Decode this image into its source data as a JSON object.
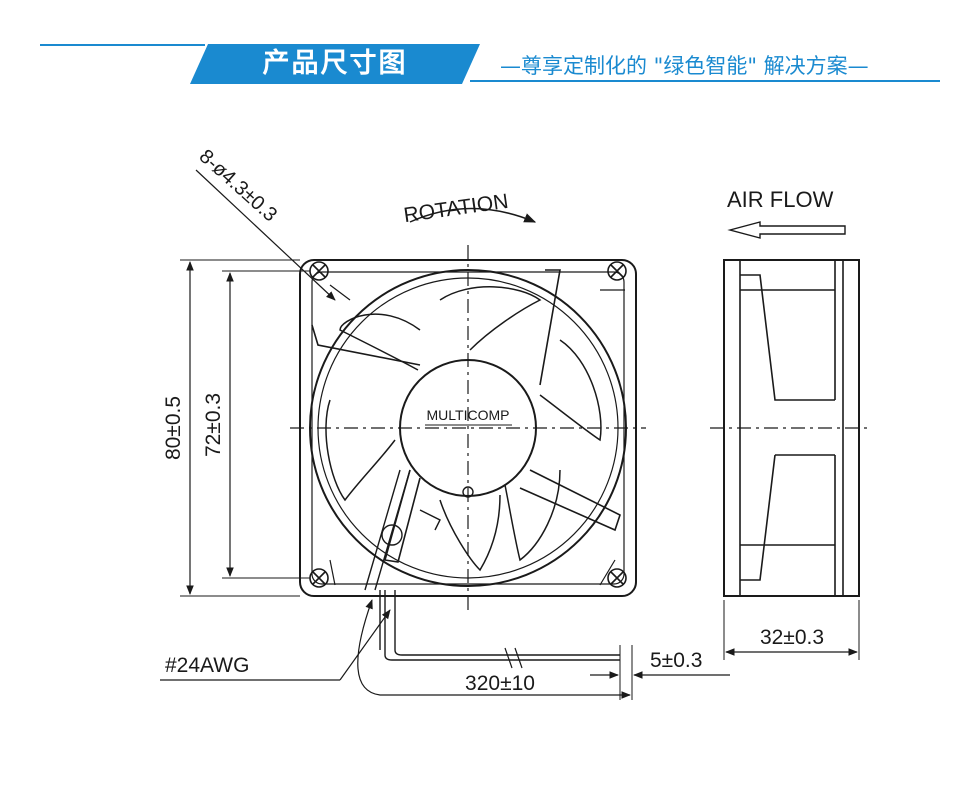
{
  "header": {
    "title": "产品尺寸图",
    "subtitle": "—尊享定制化的 \"绿色智能\" 解决方案—"
  },
  "drawing": {
    "hole_spec": "8-ø4.3±0.3",
    "rotation_label": "ROTATION",
    "airflow_label": "AIR FLOW",
    "brand_logo": "MULTICOMP",
    "height_outer": "80±0.5",
    "height_hole_pitch": "72±0.3",
    "depth": "32±0.3",
    "lead_strip": "5±0.3",
    "lead_length": "320±10",
    "wire_gauge": "#24AWG"
  },
  "colors": {
    "accent": "#1a8ad0",
    "line": "#1a1a1a"
  }
}
